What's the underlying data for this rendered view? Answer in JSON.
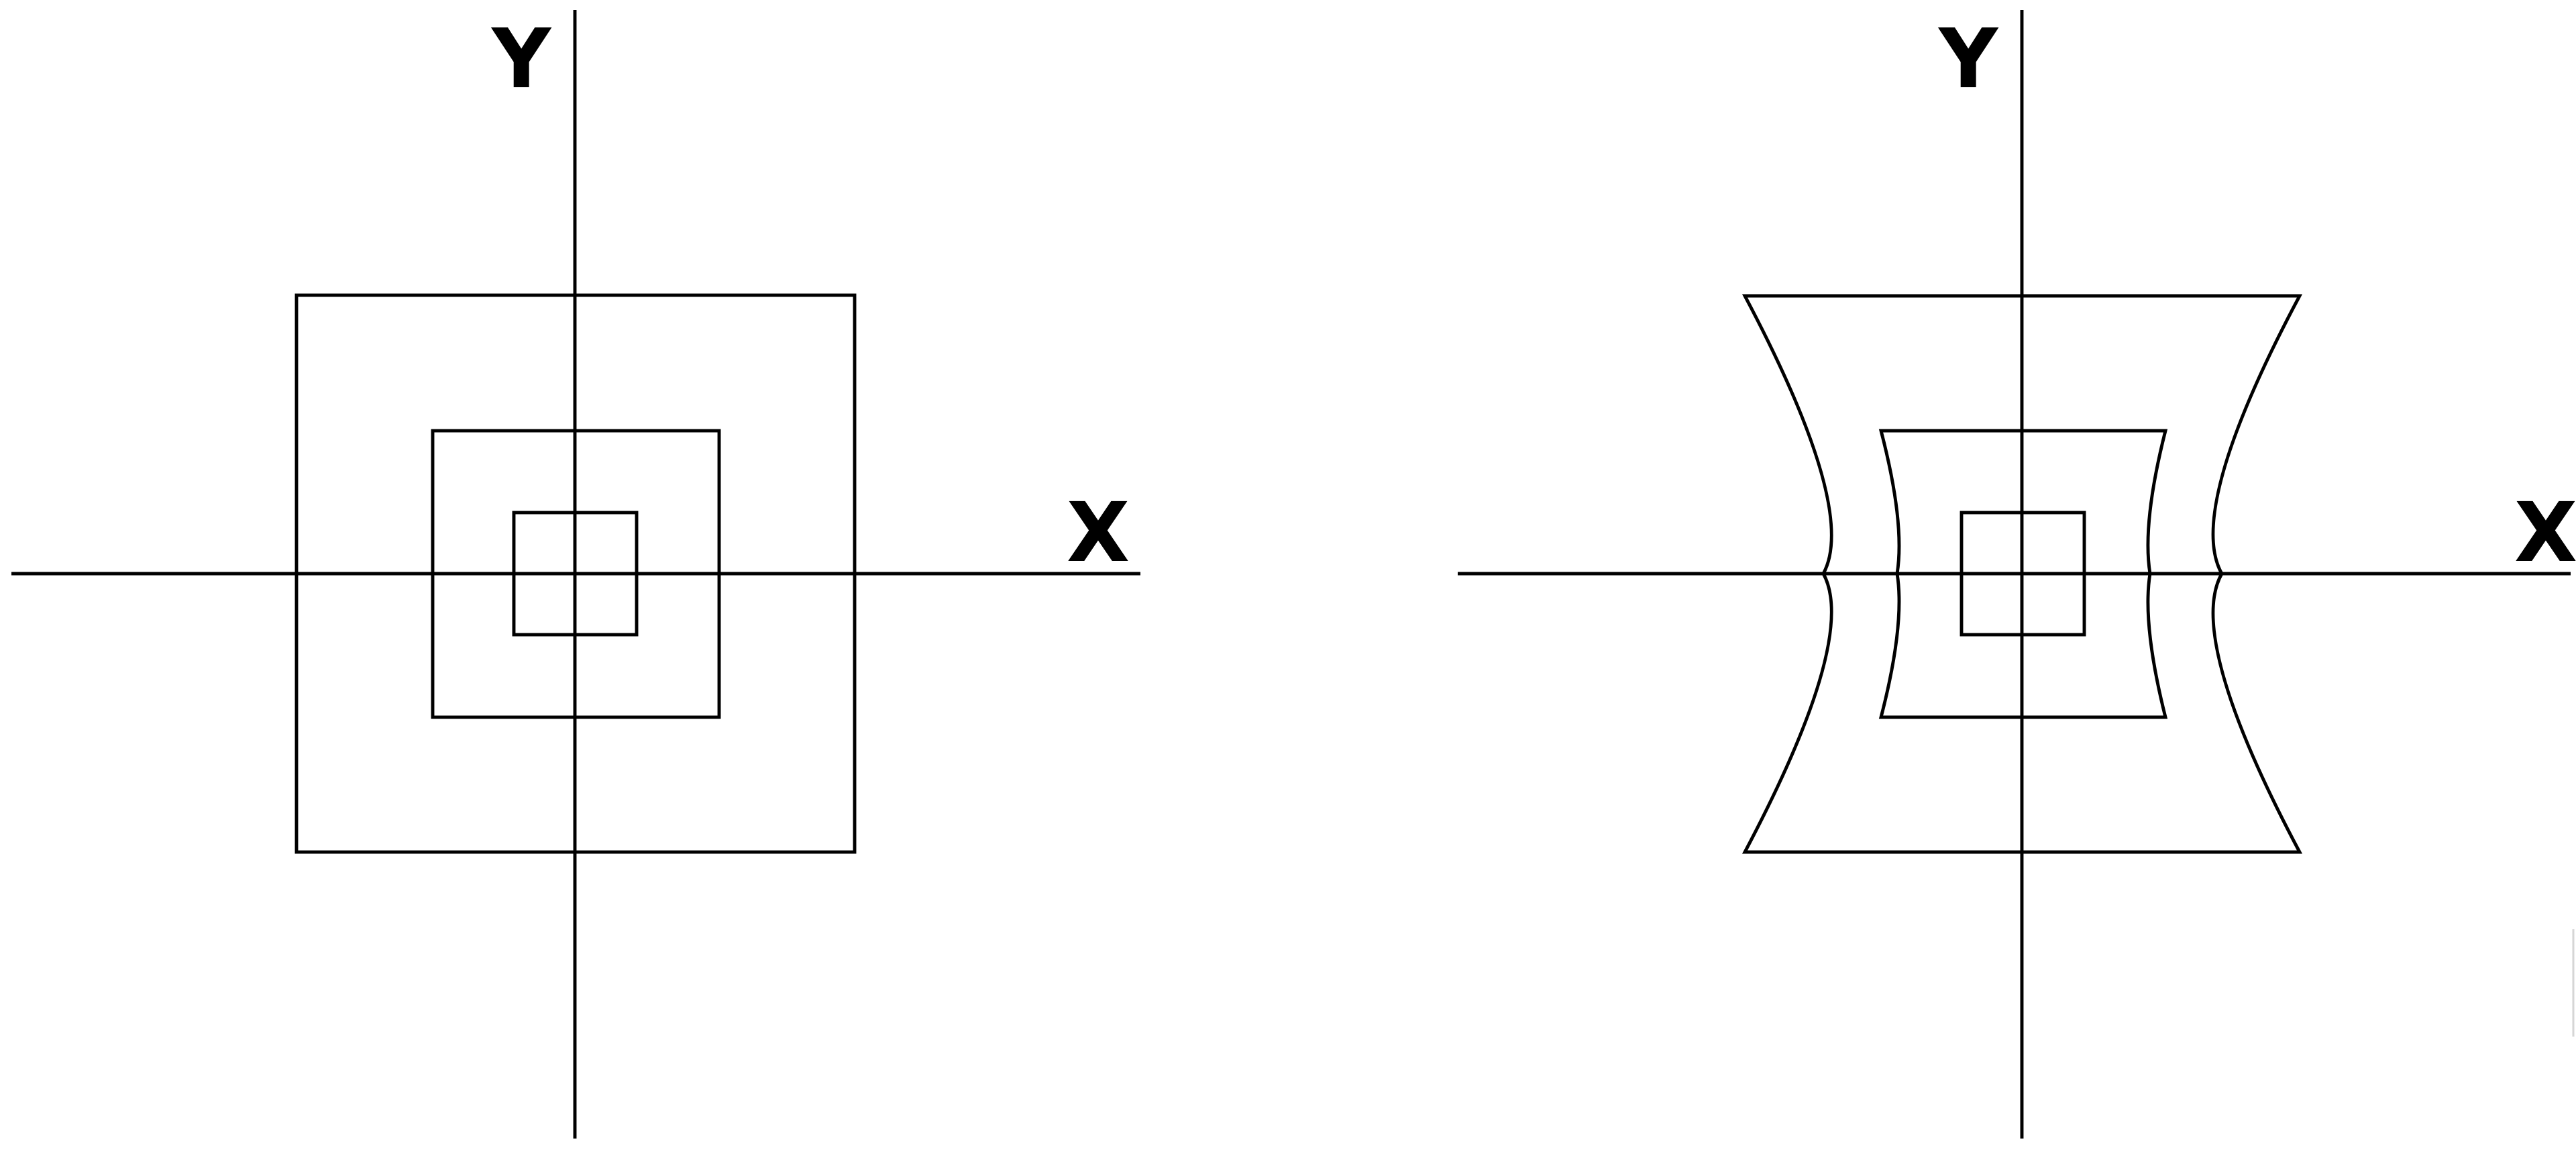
{
  "diagram": {
    "panels": [
      {
        "id": "undistorted",
        "x_label": "X",
        "y_label": "Y",
        "squares": [
          "small",
          "medium",
          "large"
        ]
      },
      {
        "id": "pincushion",
        "x_label": "X",
        "y_label": "Y",
        "squares": [
          "small",
          "medium",
          "large"
        ]
      }
    ],
    "colors": {
      "stroke": "#000000",
      "background": "#ffffff"
    }
  }
}
